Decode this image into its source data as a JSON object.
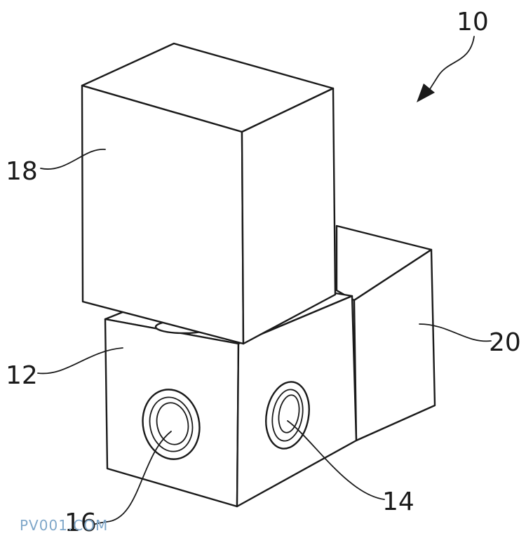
{
  "labels": {
    "ref_10": "10",
    "ref_18": "18",
    "ref_12": "12",
    "ref_20": "20",
    "ref_16": "16",
    "ref_14": "14"
  },
  "watermark": "PV001.COM",
  "colors": {
    "line": "#1a1a1a",
    "background": "#ffffff",
    "watermark": "#7fa7c9"
  }
}
